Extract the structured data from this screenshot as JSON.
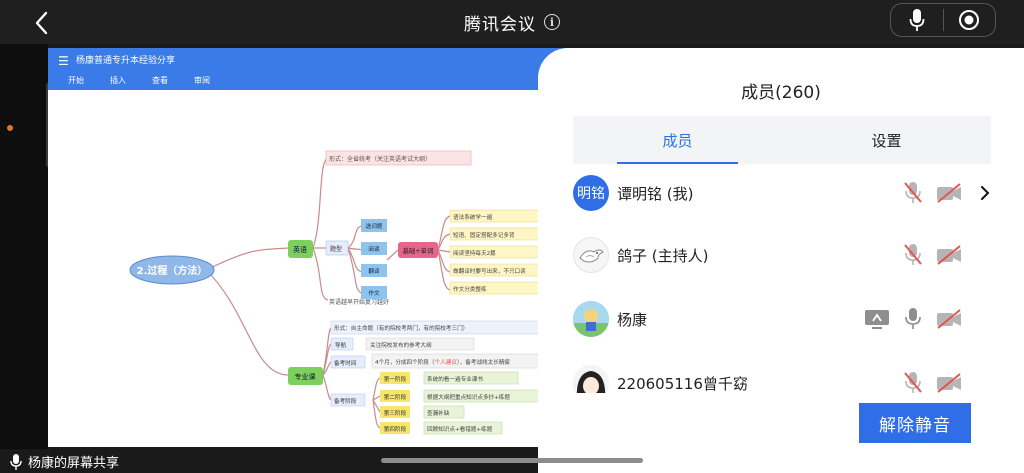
{
  "topbar": {
    "title": "腾讯会议",
    "info_glyph": "i"
  },
  "share": {
    "doc_title": "杨康普通专升本经验分享",
    "menus": [
      "开始",
      "插入",
      "查看",
      "审阅"
    ],
    "footer_label": "杨康的屏幕共享",
    "mindmap": {
      "root": "2.过程（方法）",
      "english": "英语",
      "english_items": [
        "形式：全省统考（关注英语考试大纲）",
        "题型",
        "英语越早开始复习越好"
      ],
      "types": [
        "选词题",
        "阅读",
        "翻译",
        "作文"
      ],
      "basis": "基础+单词",
      "tips": [
        "语法系统学一遍",
        "短语、固定搭配多记多背",
        "阅读坚持每天2篇",
        "做翻译时要写出来，不只口读",
        "作文分类整练"
      ],
      "major": "专业课",
      "major_items": [
        "形式：自主命题（有的院校考两门，有的院校考三门）",
        "导航",
        "备考时间",
        "备考阶段"
      ],
      "nav_detail": "关注院校发布的参考大纲",
      "time_detail": "4个月，分成四个阶段（个人建议），备考战线太长精疲",
      "time_detail_red": "个人建议",
      "stages": [
        "第一阶段",
        "第二阶段",
        "第三阶段",
        "第四阶段"
      ],
      "stage_details": [
        "系统的看一遍专业课书",
        "根据大纲把重点知识点多抄+练题",
        "查漏补缺",
        "回顾知识点+看错题+练题"
      ]
    }
  },
  "panel": {
    "title": "成员(260)",
    "tabs": [
      "成员",
      "设置"
    ],
    "members": [
      {
        "name": "谭明铭 (我)",
        "avatar_text": "明铭"
      },
      {
        "name": "鸽子 (主持人)"
      },
      {
        "name": "杨康"
      },
      {
        "name": "220605116曾千窈"
      }
    ],
    "unmute_label": "解除静音"
  },
  "colors": {
    "accent": "#2f6ee6",
    "muted_red": "#e5554f",
    "english_node": "#7bd15c",
    "basis_node": "#e7658c"
  }
}
